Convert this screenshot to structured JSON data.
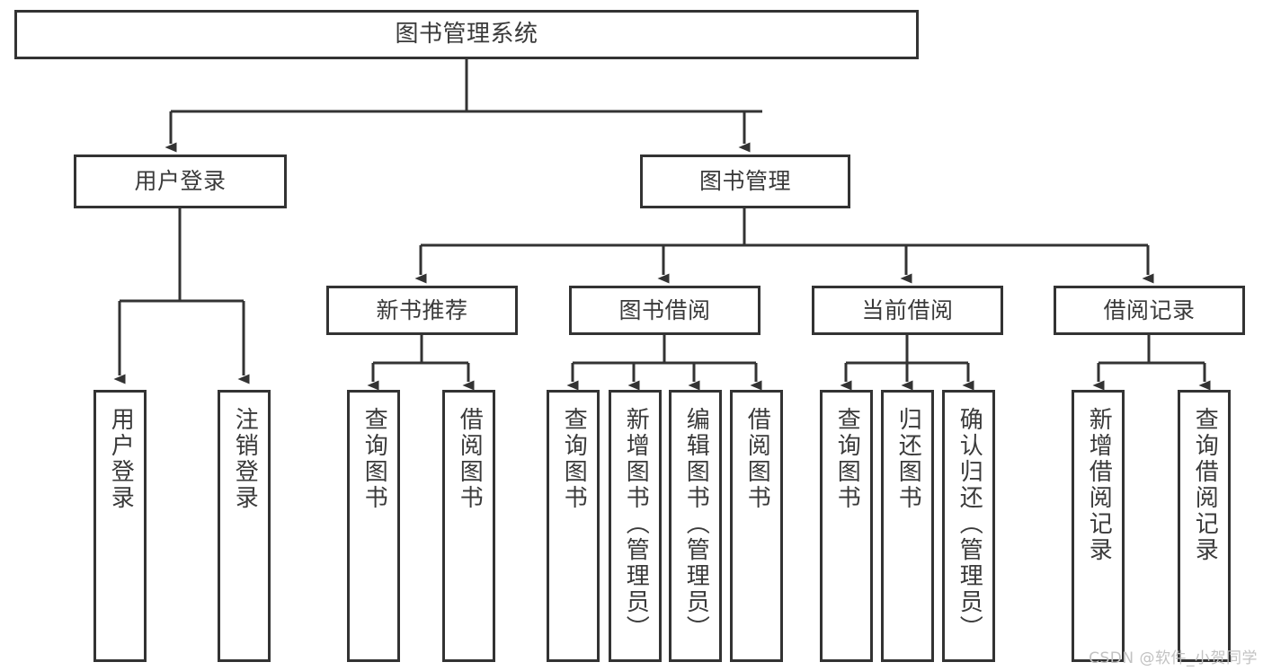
{
  "diagram": {
    "type": "tree-hierarchy-diagram",
    "title": "图书管理系统",
    "orientation": "top-down",
    "colors": {
      "border": "#333333",
      "text": "#3a3a3a",
      "background": "#ffffff",
      "connector": "#333333",
      "watermark": "#c2c2c2"
    },
    "nodes": {
      "root": {
        "label": "图书管理系统",
        "level": 0
      },
      "level1": [
        {
          "id": "user-login",
          "label": "用户登录"
        },
        {
          "id": "book-management",
          "label": "图书管理"
        }
      ],
      "level2": [
        {
          "id": "new-book-recommend",
          "label": "新书推荐",
          "parent": "book-management"
        },
        {
          "id": "book-borrow",
          "label": "图书借阅",
          "parent": "book-management"
        },
        {
          "id": "current-borrow",
          "label": "当前借阅",
          "parent": "book-management"
        },
        {
          "id": "borrow-record",
          "label": "借阅记录",
          "parent": "book-management"
        }
      ],
      "leaves": [
        {
          "id": "leaf-user-login",
          "label": "用户登录",
          "parent": "user-login"
        },
        {
          "id": "leaf-logout-login",
          "label": "注销登录",
          "parent": "user-login"
        },
        {
          "id": "leaf-query-book-1",
          "label": "查询图书",
          "parent": "new-book-recommend"
        },
        {
          "id": "leaf-borrow-book-1",
          "label": "借阅图书",
          "parent": "new-book-recommend"
        },
        {
          "id": "leaf-query-book-2",
          "label": "查询图书",
          "parent": "book-borrow"
        },
        {
          "id": "leaf-add-book",
          "label": "新增图书（管理员）",
          "parent": "book-borrow"
        },
        {
          "id": "leaf-edit-book",
          "label": "编辑图书（管理员）",
          "parent": "book-borrow"
        },
        {
          "id": "leaf-borrow-book-2",
          "label": "借阅图书",
          "parent": "book-borrow"
        },
        {
          "id": "leaf-query-book-3",
          "label": "查询图书",
          "parent": "current-borrow"
        },
        {
          "id": "leaf-return-book",
          "label": "归还图书",
          "parent": "current-borrow"
        },
        {
          "id": "leaf-confirm-return",
          "label": "确认归还（管理员）",
          "parent": "current-borrow"
        },
        {
          "id": "leaf-add-record",
          "label": "新增借阅记录",
          "parent": "borrow-record"
        },
        {
          "id": "leaf-query-record",
          "label": "查询借阅记录",
          "parent": "borrow-record"
        }
      ]
    }
  },
  "watermark": {
    "text": "CSDN @软件_小贺同学"
  }
}
